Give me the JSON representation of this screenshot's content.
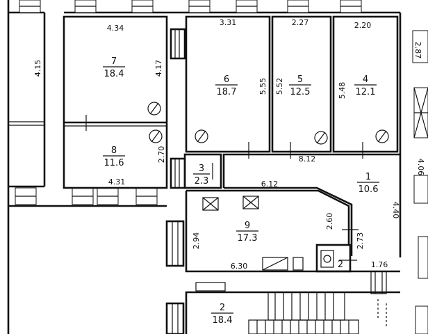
{
  "rooms": [
    {
      "id": "r7",
      "number": "7",
      "area": "18.4"
    },
    {
      "id": "r8",
      "number": "8",
      "area": "11.6"
    },
    {
      "id": "r6",
      "number": "6",
      "area": "18.7"
    },
    {
      "id": "r5",
      "number": "5",
      "area": "12.5"
    },
    {
      "id": "r4",
      "number": "4",
      "area": "12.1"
    },
    {
      "id": "r3",
      "number": "3",
      "area": "2.3"
    },
    {
      "id": "r1",
      "number": "1",
      "area": "10.6"
    },
    {
      "id": "r9",
      "number": "9",
      "area": "17.3"
    },
    {
      "id": "r2",
      "number": "2",
      "area": "18.4"
    }
  ],
  "dimensions": {
    "d434": "4.34",
    "d417": "4.17",
    "d415": "4.15",
    "d431": "4.31",
    "d270": "2.70",
    "d331": "3.31",
    "d555": "5.55",
    "d227": "2.27",
    "d552": "5.52",
    "d220": "2.20",
    "d548": "5.48",
    "d287": "2.87",
    "d406": "4.06",
    "d812": "8.12",
    "d612": "6.12",
    "d440": "4.40",
    "d260": "2.60",
    "d273": "2.73",
    "d294": "2.94",
    "d630": "6.30",
    "d176": "1.76",
    "d2small": "2"
  }
}
